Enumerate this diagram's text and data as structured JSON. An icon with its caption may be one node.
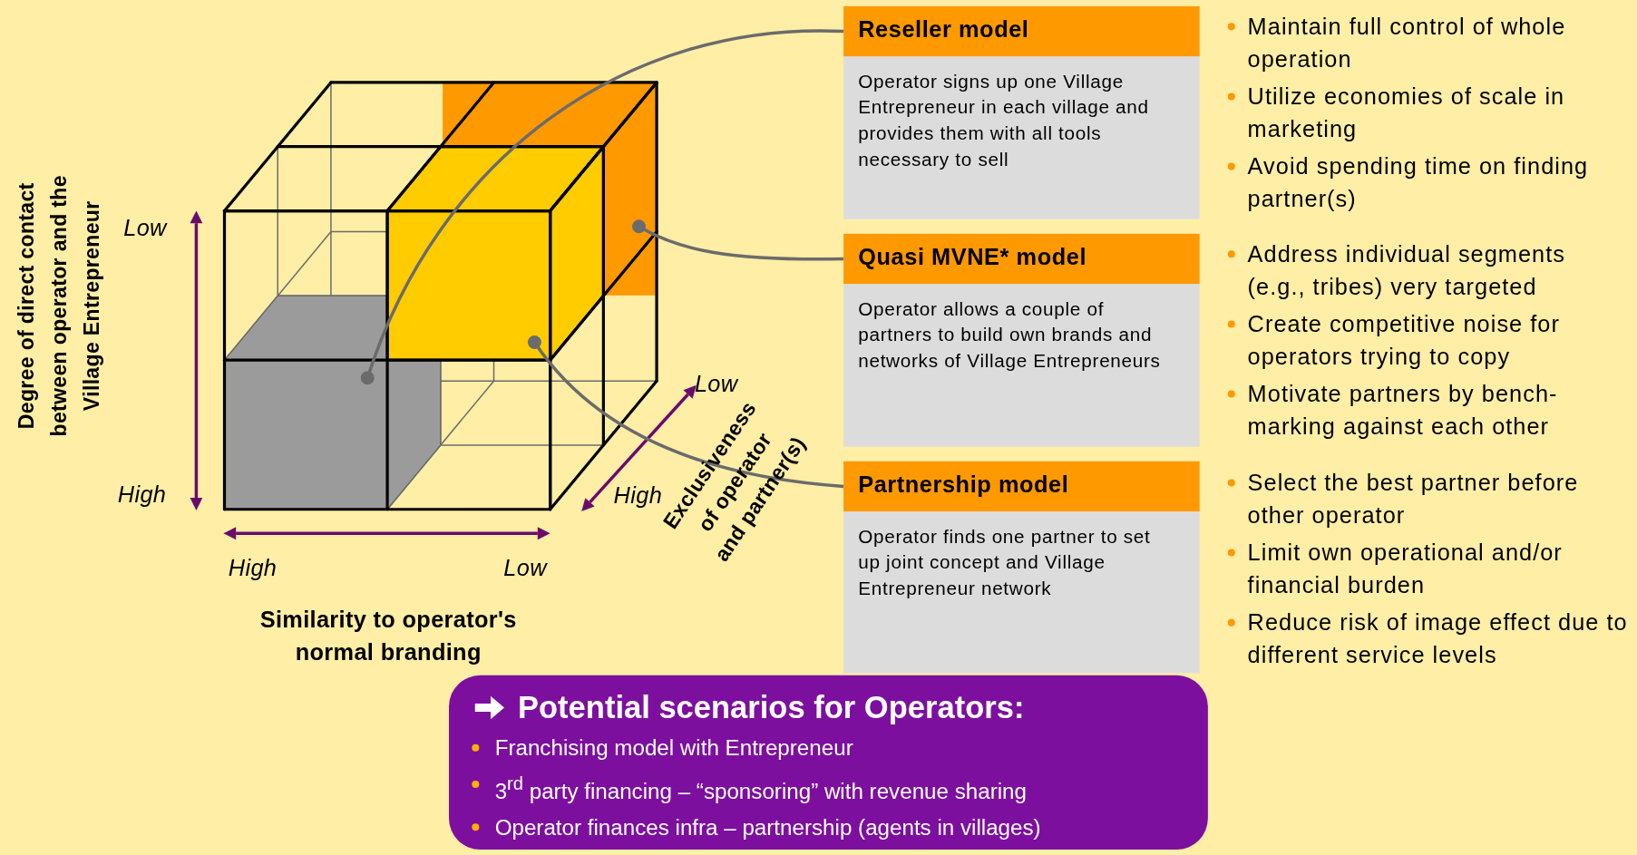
{
  "diagram": {
    "nodes": [
      {
        "text": [
          "Reseller model",
          "Operator signs up one Village Entrepreneur in each village and provides them with all tools necessary to sell"
        ],
        "beside": [
          "Maintain full control of whole operation",
          "Utilize economies of scale in marketing",
          "Avoid spending time on finding partner(s)"
        ]
      },
      {
        "text": [
          "Quasi MVNE* model",
          "Operator allows a couple of partners to build own brands and networks of Village Entrepreneurs"
        ],
        "beside": [
          "Address individual segments (e.g., tribes) very targeted",
          "Create competitive noise for operators trying to copy",
          "Motivate partners by  bench-marking against each other"
        ]
      },
      {
        "text": [
          "Partnership model",
          "Operator finds one partner to set up joint concept and Village Entrepreneur network"
        ],
        "beside": [
          "Select the best partner before other operator",
          "Limit own operational and/or financial burden",
          "Reduce risk of image effect due to different service levels"
        ]
      },
      {
        "text": [],
        "shape": "box"
      },
      {
        "text": [],
        "shape": "box"
      },
      {
        "text": [],
        "shape": "box"
      },
      {
        "text": [
          "Potential scenarios for Operators:",
          "Franchising model with Entrepreneur",
          "3$^{rd}$ party financing – “sponsoring” with revenue sharing",
          "Operator finances infra – partnership (agents in villages)"
        ]
      }
    ],
    "edges": [
      {
        "from": 0,
        "to": 3,
        "arrow": "other"
      },
      {
        "from": 1,
        "to": 5,
        "arrow": "other"
      },
      {
        "from": 2,
        "to": 4,
        "arrow": "other"
      }
    ],
    "labels": [
      "Degree of direct contact between operator and the Village Entrepreneur",
      "Low",
      "High",
      "Low",
      "High",
      "Exclusiveness of operator and partner(s)",
      "High",
      "Low",
      "Similarity to operator's normal branding"
    ]
  }
}
